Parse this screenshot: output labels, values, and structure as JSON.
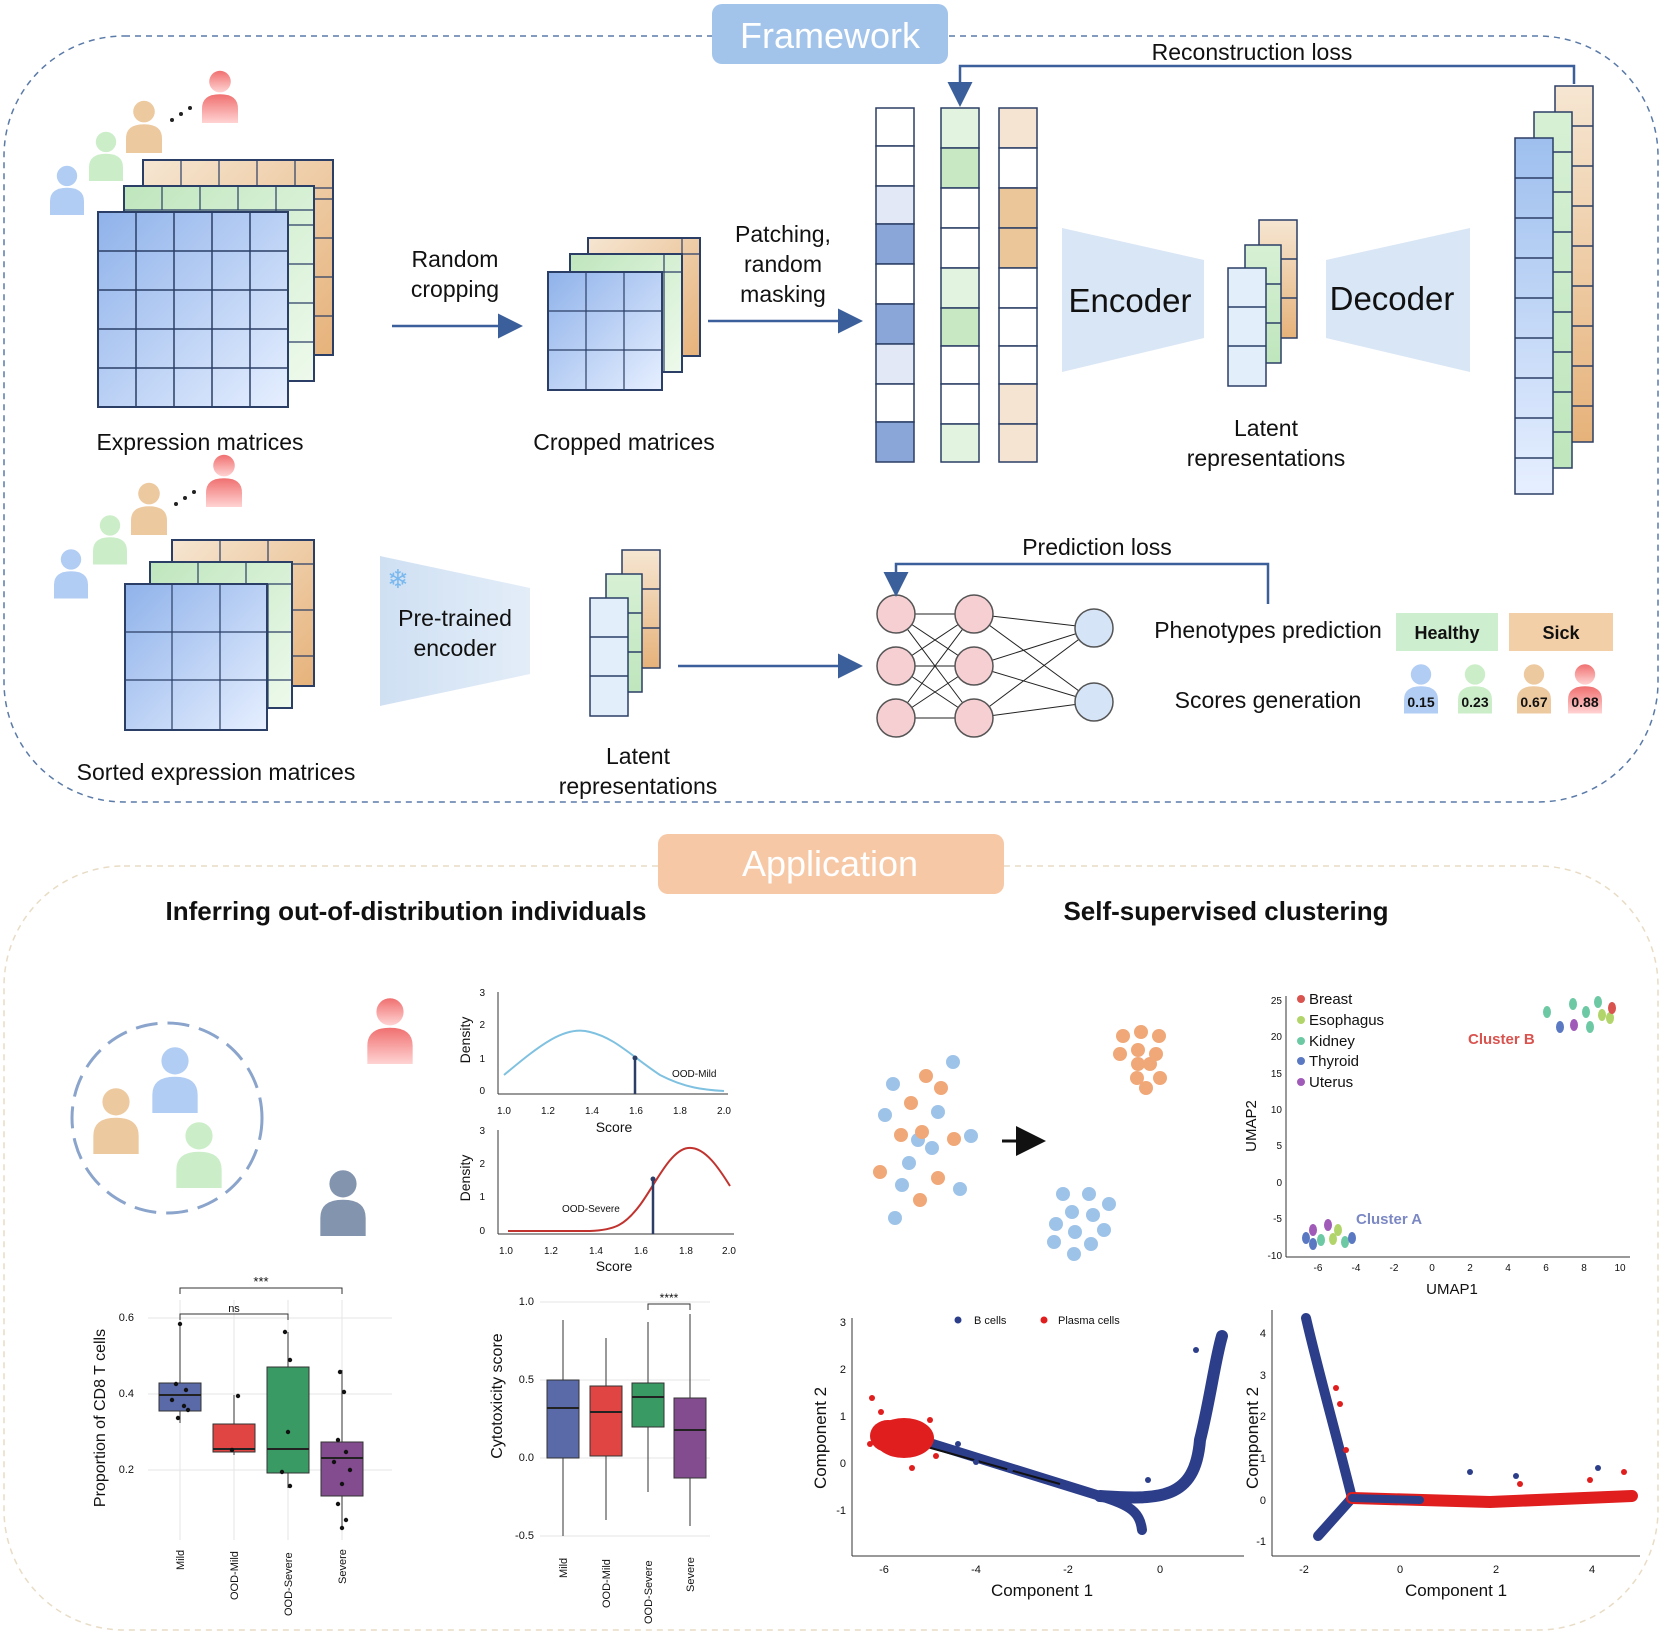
{
  "framework": {
    "title": "Framework",
    "expression_matrices": "Expression matrices",
    "random_cropping": [
      "Random",
      "cropping"
    ],
    "cropped_matrices": "Cropped matrices",
    "patching": [
      "Patching,",
      "random",
      "masking"
    ],
    "encoder": "Encoder",
    "decoder": "Decoder",
    "reconstruction_loss": "Reconstruction loss",
    "latent_representations": [
      "Latent",
      "representations"
    ],
    "sorted_expression_matrices": "Sorted expression matrices",
    "pretrained_encoder": [
      "Pre-trained",
      "encoder"
    ],
    "latent_representations_2": [
      "Latent",
      "representations"
    ],
    "prediction_loss": "Prediction loss",
    "phenotypes_prediction": "Phenotypes prediction",
    "healthy": "Healthy",
    "sick": "Sick",
    "scores_generation": "Scores generation",
    "scores": [
      "0.15",
      "0.23",
      "0.67",
      "0.88"
    ],
    "colors": {
      "blue": "#a9c8f0",
      "green": "#c8ecc4",
      "orange": "#efc593",
      "red": "#f08a8a",
      "frame": "#5a7aa8"
    }
  },
  "application": {
    "title": "Application",
    "left_heading": "Inferring out-of-distribution individuals",
    "right_heading": "Self-supervised clustering"
  },
  "charts": {
    "density_mild": {
      "ylabel": "Density",
      "xlabel": "Score",
      "annotation": "OOD-Mild",
      "xticks": [
        "1.0",
        "1.2",
        "1.4",
        "1.6",
        "1.8",
        "2.0"
      ],
      "yticks": [
        "0",
        "1",
        "2",
        "3"
      ]
    },
    "density_severe": {
      "ylabel": "Density",
      "xlabel": "Score",
      "annotation": "OOD-Severe",
      "xticks": [
        "1.0",
        "1.2",
        "1.4",
        "1.6",
        "1.8",
        "2.0"
      ],
      "yticks": [
        "0",
        "1",
        "2",
        "3"
      ]
    },
    "box_cd8": {
      "ylabel": "Proportion of CD8 T cells",
      "yticks": [
        "0.2",
        "0.4",
        "0.6"
      ],
      "categories": [
        "Mild",
        "OOD-Mild",
        "OOD-Severe",
        "Severe"
      ],
      "sig_outer": "***",
      "sig_inner": "ns"
    },
    "box_cytotox": {
      "ylabel": "Cytotoxicity score",
      "yticks": [
        "-0.5",
        "0.0",
        "0.5",
        "1.0"
      ],
      "categories": [
        "Mild",
        "OOD-Mild",
        "OOD-Severe",
        "Severe"
      ],
      "sig": "****"
    },
    "umap": {
      "xlabel": "UMAP1",
      "ylabel": "UMAP2",
      "legend": [
        "Breast",
        "Esophagus",
        "Kidney",
        "Thyroid",
        "Uterus"
      ],
      "cluster_a": "Cluster A",
      "cluster_b": "Cluster B",
      "xticks": [
        "-6",
        "-4",
        "-2",
        "0",
        "2",
        "4",
        "6",
        "8",
        "10"
      ],
      "yticks": [
        "-10",
        "-5",
        "0",
        "5",
        "10",
        "15",
        "20",
        "25"
      ]
    },
    "traj1": {
      "xlabel": "Component 1",
      "ylabel": "Component 2",
      "legend": [
        "B cells",
        "Plasma cells"
      ],
      "xticks": [
        "-6",
        "-4",
        "-2",
        "0"
      ],
      "yticks": [
        "-1",
        "0",
        "1",
        "2",
        "3"
      ]
    },
    "traj2": {
      "xlabel": "Component 1",
      "ylabel": "Component 2",
      "xticks": [
        "-2",
        "0",
        "2",
        "4"
      ],
      "yticks": [
        "-1",
        "0",
        "1",
        "2",
        "3",
        "4"
      ]
    }
  },
  "chart_data": [
    {
      "type": "line",
      "x": [
        1.0,
        1.2,
        1.4,
        1.6,
        1.8,
        2.0
      ],
      "values": [
        0.5,
        1.3,
        1.8,
        1.2,
        0.5,
        0.2
      ]
    },
    {
      "type": "line",
      "x": [
        1.0,
        1.2,
        1.4,
        1.6,
        1.7,
        1.8,
        2.0
      ],
      "values": [
        0.0,
        0.0,
        0.05,
        0.8,
        1.8,
        2.4,
        1.3
      ]
    },
    {
      "type": "bar",
      "categories": [
        "Mild",
        "OOD-Mild",
        "OOD-Severe",
        "Severe"
      ],
      "series": [
        {
          "values": [
            0.38,
            0.26,
            0.28,
            0.23
          ]
        }
      ]
    },
    {
      "type": "bar",
      "categories": [
        "Mild",
        "OOD-Mild",
        "OOD-Severe",
        "Severe"
      ],
      "series": [
        {
          "values": [
            0.32,
            0.29,
            0.36,
            0.18
          ]
        }
      ]
    }
  ]
}
